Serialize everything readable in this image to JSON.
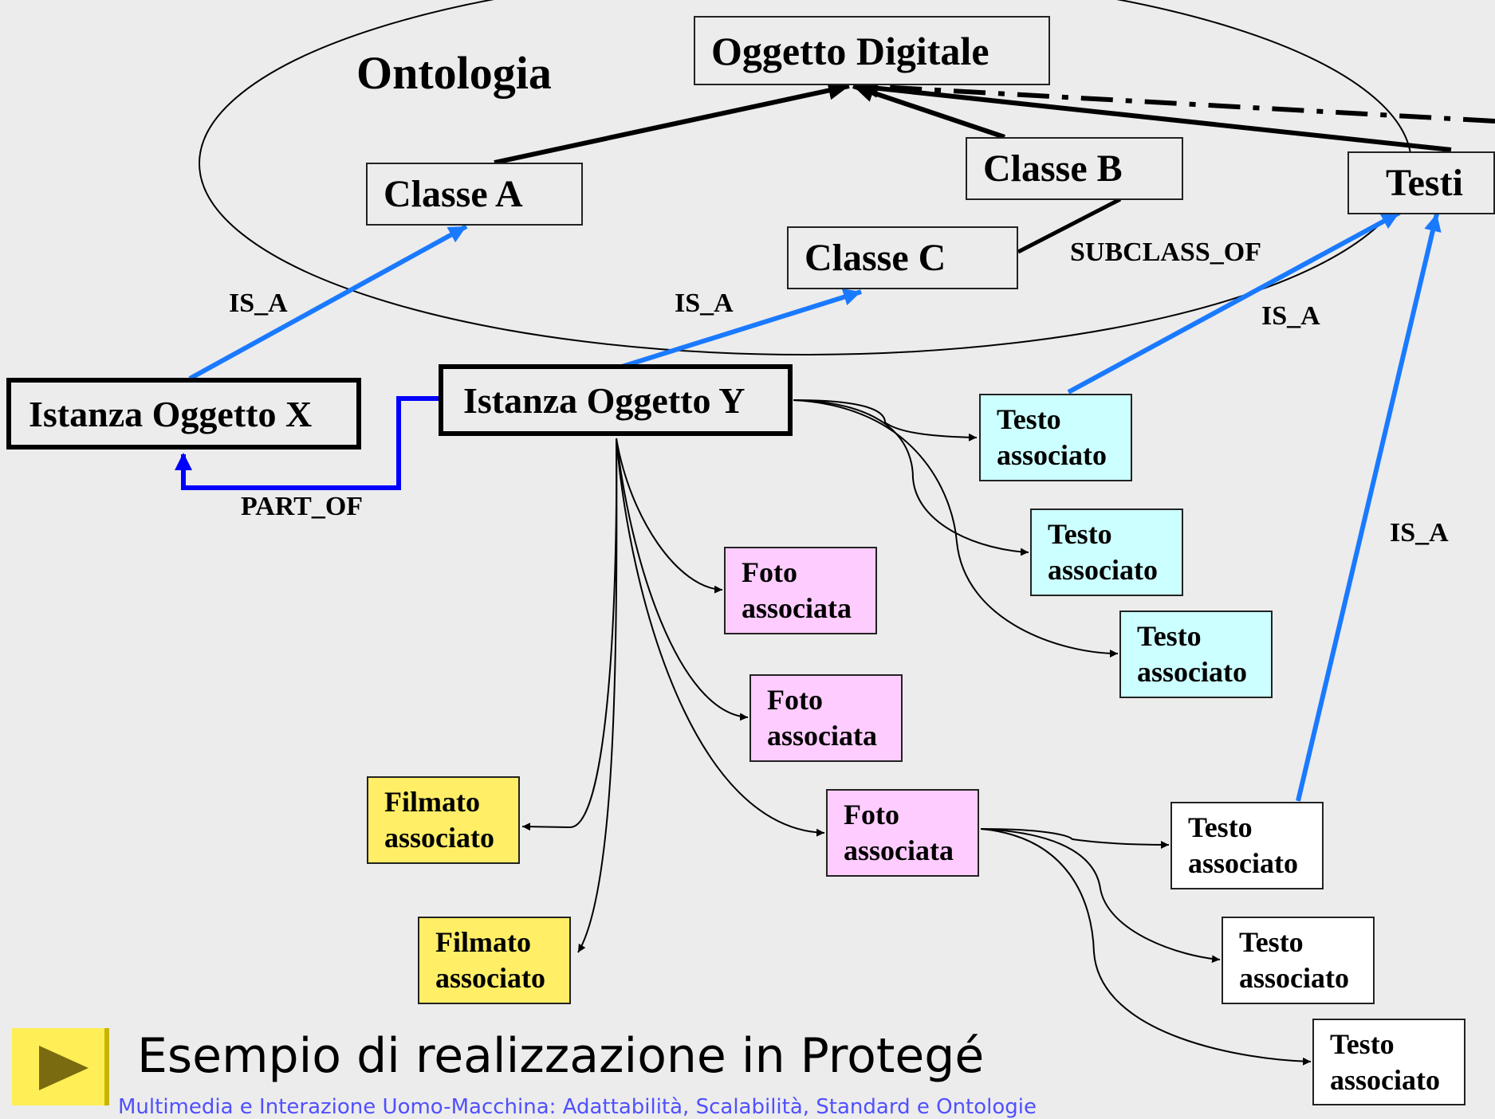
{
  "ontology_label": "Ontologia",
  "classes": {
    "oggetto_digitale": "Oggetto Digitale",
    "classe_a": "Classe A",
    "classe_b": "Classe B",
    "classe_c": "Classe C",
    "testi": "Testi"
  },
  "instances": {
    "x": "Istanza Oggetto X",
    "y": "Istanza Oggetto Y"
  },
  "relations": {
    "is_a": "IS_A",
    "subclass_of": "SUBCLASS_OF",
    "part_of": "PART_OF"
  },
  "media": {
    "testo": [
      "Testo",
      "associato"
    ],
    "foto": [
      "Foto",
      "associata"
    ],
    "filmato": [
      "Filmato",
      "associato"
    ]
  },
  "colors": {
    "is_a_edge": "#1a7aff",
    "part_of_edge": "#0000ff",
    "testo_bg": "#ccffff",
    "foto_bg": "#ffccff",
    "filmato_bg": "#ffee66"
  },
  "slide": {
    "title": "Esempio di realizzazione in Protegé",
    "footer": "Multimedia e Interazione Uomo-Macchina: Adattabilità, Scalabilità, Standard e Ontologie"
  }
}
